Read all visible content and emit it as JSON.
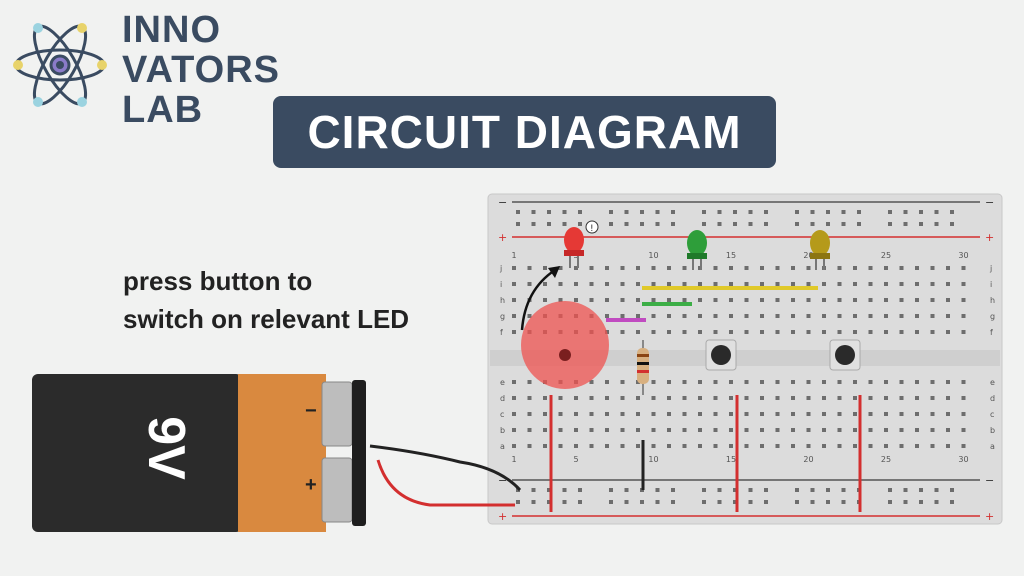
{
  "brand": {
    "line1": "INNO",
    "line2": "VATORS",
    "line3": "LAB"
  },
  "title": "CIRCUIT DIAGRAM",
  "instruction": {
    "line1": "press button to",
    "line2": "switch on relevant LED"
  },
  "battery": {
    "label": "9V",
    "minus": "−",
    "plus": "+"
  },
  "breadboard": {
    "row_letters_top": [
      "j",
      "i",
      "h",
      "g",
      "f"
    ],
    "row_letters_bottom": [
      "e",
      "d",
      "c",
      "b",
      "a"
    ],
    "column_numbers": [
      "1",
      "",
      "",
      "",
      "5",
      "",
      "",
      "",
      "",
      "10",
      "",
      "",
      "",
      "",
      "15",
      "",
      "",
      "",
      "",
      "20",
      "",
      "",
      "",
      "",
      "25",
      "",
      "",
      "",
      "",
      "30"
    ]
  },
  "colors": {
    "navy": "#3a4b61",
    "led_red": "#e53935",
    "led_green": "#2e9e3a",
    "led_yellow": "#b59a1a",
    "wire_red": "#d32f2f",
    "wire_black": "#222222",
    "battery_orange": "#d9893f",
    "battery_black": "#2b2b2b"
  },
  "icons": {
    "logo": "atom-icon"
  }
}
